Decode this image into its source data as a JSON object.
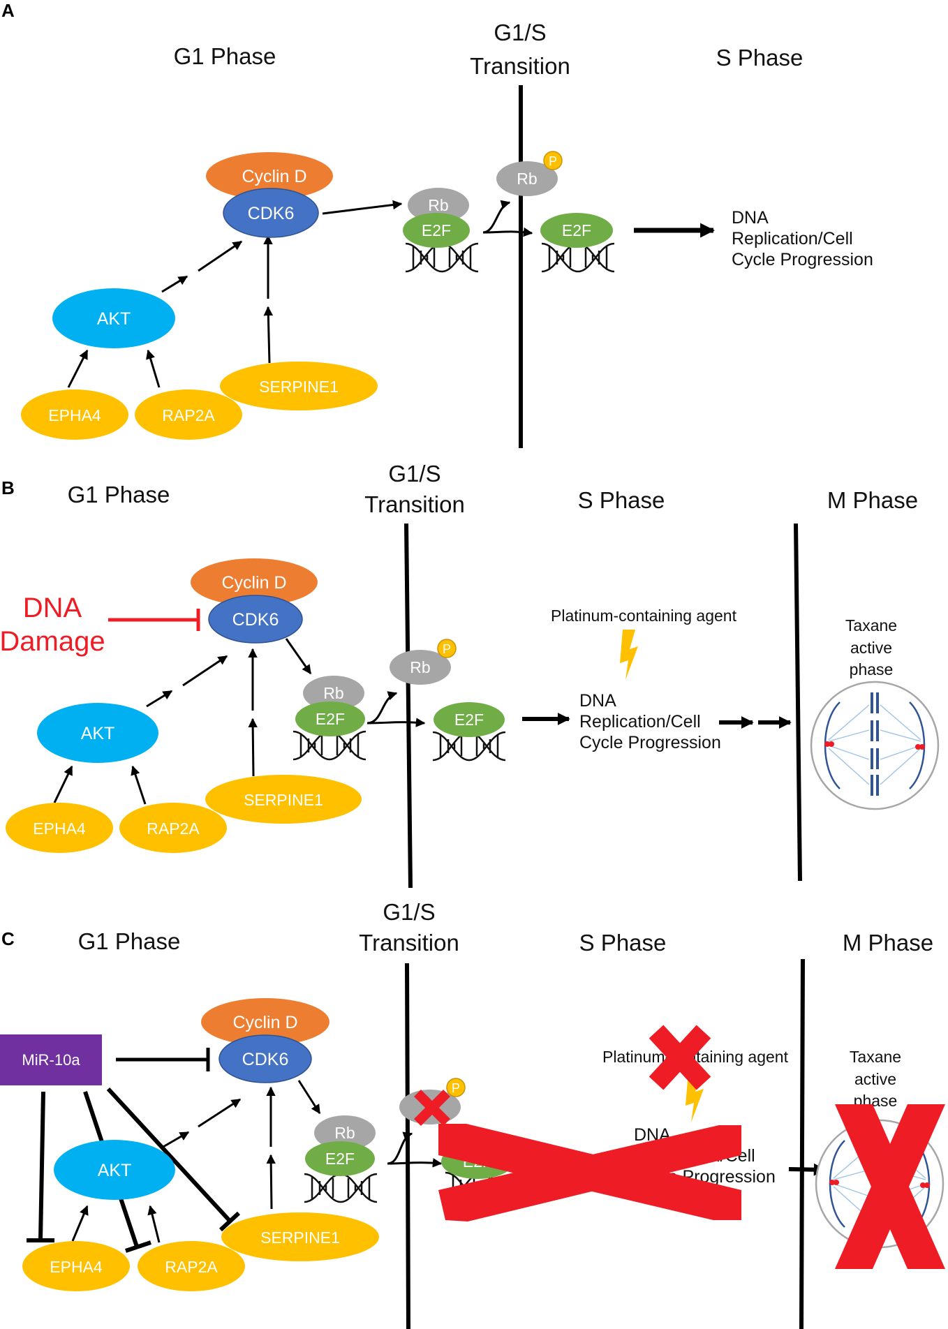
{
  "colors": {
    "cyclin": "#ed7d31",
    "cdk": "#4472c4",
    "akt": "#00b0f0",
    "gold": "#ffc000",
    "rb": "#a6a6a6",
    "e2f": "#70ad47",
    "mir": "#7030a0",
    "red": "#ee1c24",
    "line": "#000000"
  },
  "common": {
    "g1_phase": "G1 Phase",
    "g1s_line1": "G1/S",
    "g1s_line2": "Transition",
    "s_phase": "S Phase",
    "m_phase": "M Phase",
    "cyclin_d": "Cyclin D",
    "cdk6": "CDK6",
    "akt": "AKT",
    "epha4": "EPHA4",
    "rap2a": "RAP2A",
    "serpine1": "SERPINE1",
    "rb": "Rb",
    "e2f": "E2F",
    "p": "P",
    "dna_line1": "DNA",
    "dna_line2": "Replication/Cell",
    "dna_line3": "Cycle Progression",
    "platinum": "Platinum-containing agent",
    "taxane_line1": "Taxane",
    "taxane_line2": "active",
    "taxane_line3": "phase"
  },
  "panel_a": {
    "letter": "A"
  },
  "panel_b": {
    "letter": "B",
    "dna_damage_line1": "DNA",
    "dna_damage_line2": "Damage"
  },
  "panel_c": {
    "letter": "C",
    "mir": "MiR-10a"
  }
}
